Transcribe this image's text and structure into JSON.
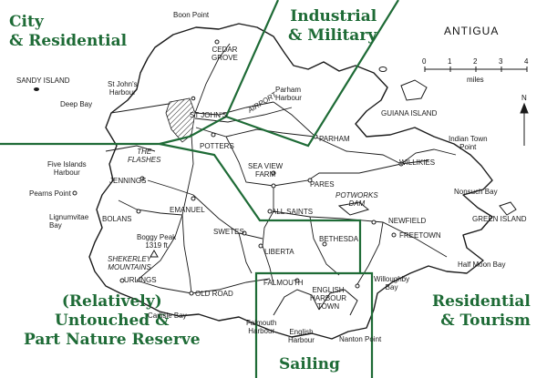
{
  "title": "ANTIGUA",
  "zones": {
    "city_residential": "City\n& Residential",
    "industrial_military": "Industrial\n& Military",
    "untouched": "(Relatively)\nUntouched &\nPart Nature Reserve",
    "residential_tourism": "Residential\n& Tourism",
    "sailing": "Sailing"
  },
  "scale": {
    "ticks": [
      "0",
      "1",
      "2",
      "3",
      "4"
    ],
    "unit": "miles"
  },
  "north": "N",
  "places": {
    "boon_point": "Boon Point",
    "cedar_grove": "CEDAR\nGROVE",
    "sandy_island": "SANDY ISLAND",
    "st_johns_harbour": "St John's\nHarbour",
    "deep_bay": "Deep Bay",
    "st_johns": "ST JOHN'S",
    "airport": "AIRPORT",
    "parham_harbour": "Parham\nHarbour",
    "guiana_island": "GUIANA ISLAND",
    "potters": "POTTERS",
    "parham": "PARHAM",
    "indian_town_point": "Indian Town\nPoint",
    "five_islands_harbour": "Five Islands\nHarbour",
    "the_flashes": "THE\nFLASHES",
    "sea_view_farm": "SEA VIEW\nFARM",
    "willikies": "WILLIKIES",
    "pearns_point": "Pearns Point",
    "jennings": "JENNINGS",
    "pares": "PARES",
    "nonsuch_bay": "Nonsuch Bay",
    "potworks_dam": "POTWORKS\nDAM",
    "lignumvitae_bay": "Lignumvitae\nBay",
    "emanuel": "EMANUEL",
    "all_saints": "ALL SAINTS",
    "newfield": "NEWFIELD",
    "green_island": "GREEN ISLAND",
    "bolans": "BOLANS",
    "freetown": "FREETOWN",
    "boggy_peak": "Boggy Peak\n1319 ft",
    "swetes": "SWETES",
    "bethesda": "BETHESDA",
    "liberta": "LIBERTA",
    "shekerley_mountains": "SHEKERLEY\nMOUNTAINS",
    "half_moon_bay": "Half Moon Bay",
    "urlings": "URLINGS",
    "willoughby_bay": "Willoughby\nBay",
    "falmouth": "FALMOUTH",
    "english_harbour_town": "ENGLISH\nHARBOUR\nTOWN",
    "old_road": "OLD ROAD",
    "carlisle_bay": "Carlisle Bay",
    "falmouth_harbour": "Falmouth\nHarbour",
    "english_harbour": "English\nHarbour",
    "nanton_point": "Nanton Point"
  },
  "colors": {
    "zone_lines": "#1e6b36",
    "zone_text": "#1e6b36",
    "ink": "#1a1a1a"
  }
}
